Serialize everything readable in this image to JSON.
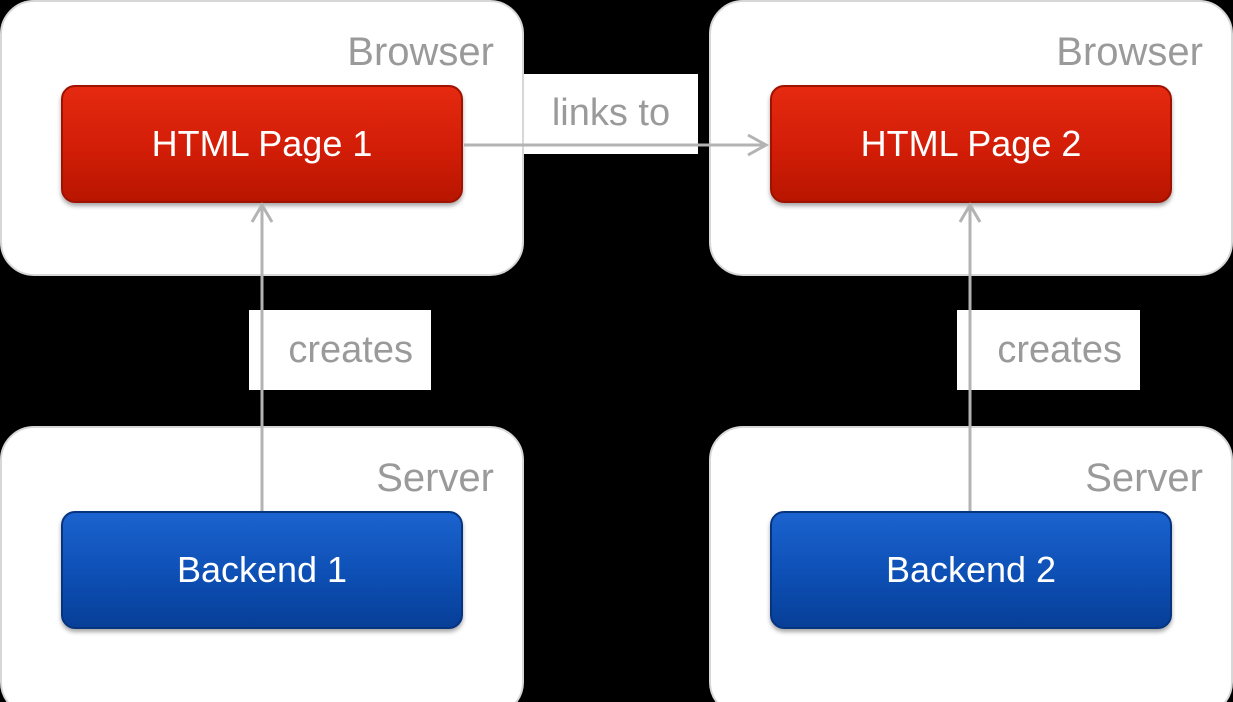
{
  "containers": {
    "browser_left": {
      "label": "Browser"
    },
    "browser_right": {
      "label": "Browser"
    },
    "server_left": {
      "label": "Server"
    },
    "server_right": {
      "label": "Server"
    }
  },
  "nodes": {
    "html_page_1": {
      "label": "HTML Page 1"
    },
    "html_page_2": {
      "label": "HTML Page 2"
    },
    "backend_1": {
      "label": "Backend 1"
    },
    "backend_2": {
      "label": "Backend 2"
    }
  },
  "edges": {
    "links_to": {
      "label": "links to"
    },
    "creates_left": {
      "label": "creates"
    },
    "creates_right": {
      "label": "creates"
    }
  },
  "colors": {
    "page_node": "#d21d07",
    "backend_node": "#0d4fb4",
    "container_fill": "#ffffff",
    "label_text": "#9a9a9a",
    "edge_stroke": "#b3b3b3",
    "background": "#000000"
  }
}
